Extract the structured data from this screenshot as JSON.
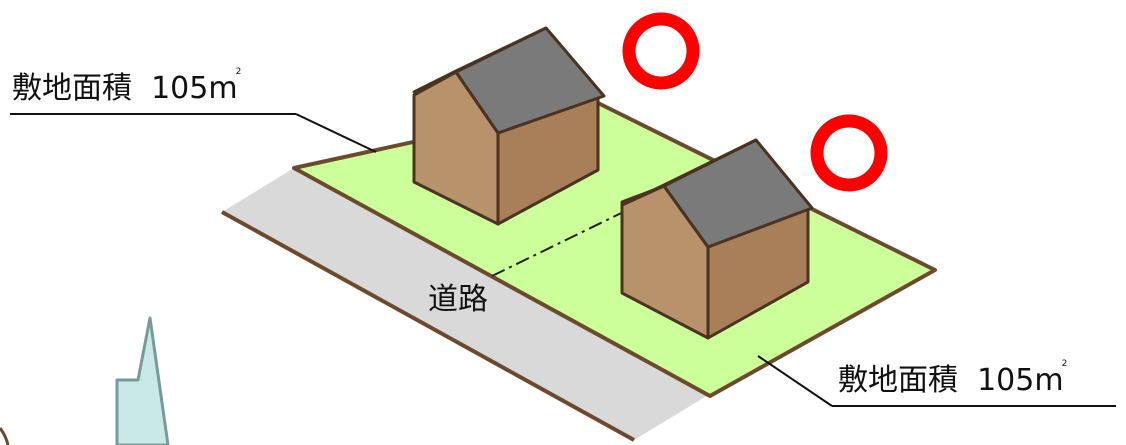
{
  "labels": {
    "site_area_prefix": "敷地面積",
    "site_area_value": "105",
    "site_area_unit": "m",
    "site_area_sup": "2",
    "road": "道路"
  },
  "colors": {
    "lot_fill": "#ccff99",
    "lot_stroke": "#6b4a2e",
    "road_fill": "#d9d9d9",
    "house_front": "#b8926a",
    "house_side": "#a87f58",
    "roof": "#7a7a7a",
    "house_stroke": "#4a3320",
    "circle_mark": "#ff0000",
    "neighbor_fill": "#c9e8e8",
    "neighbor_stroke": "#7a9a9a"
  },
  "marks": [
    "circle-ok",
    "circle-ok"
  ]
}
